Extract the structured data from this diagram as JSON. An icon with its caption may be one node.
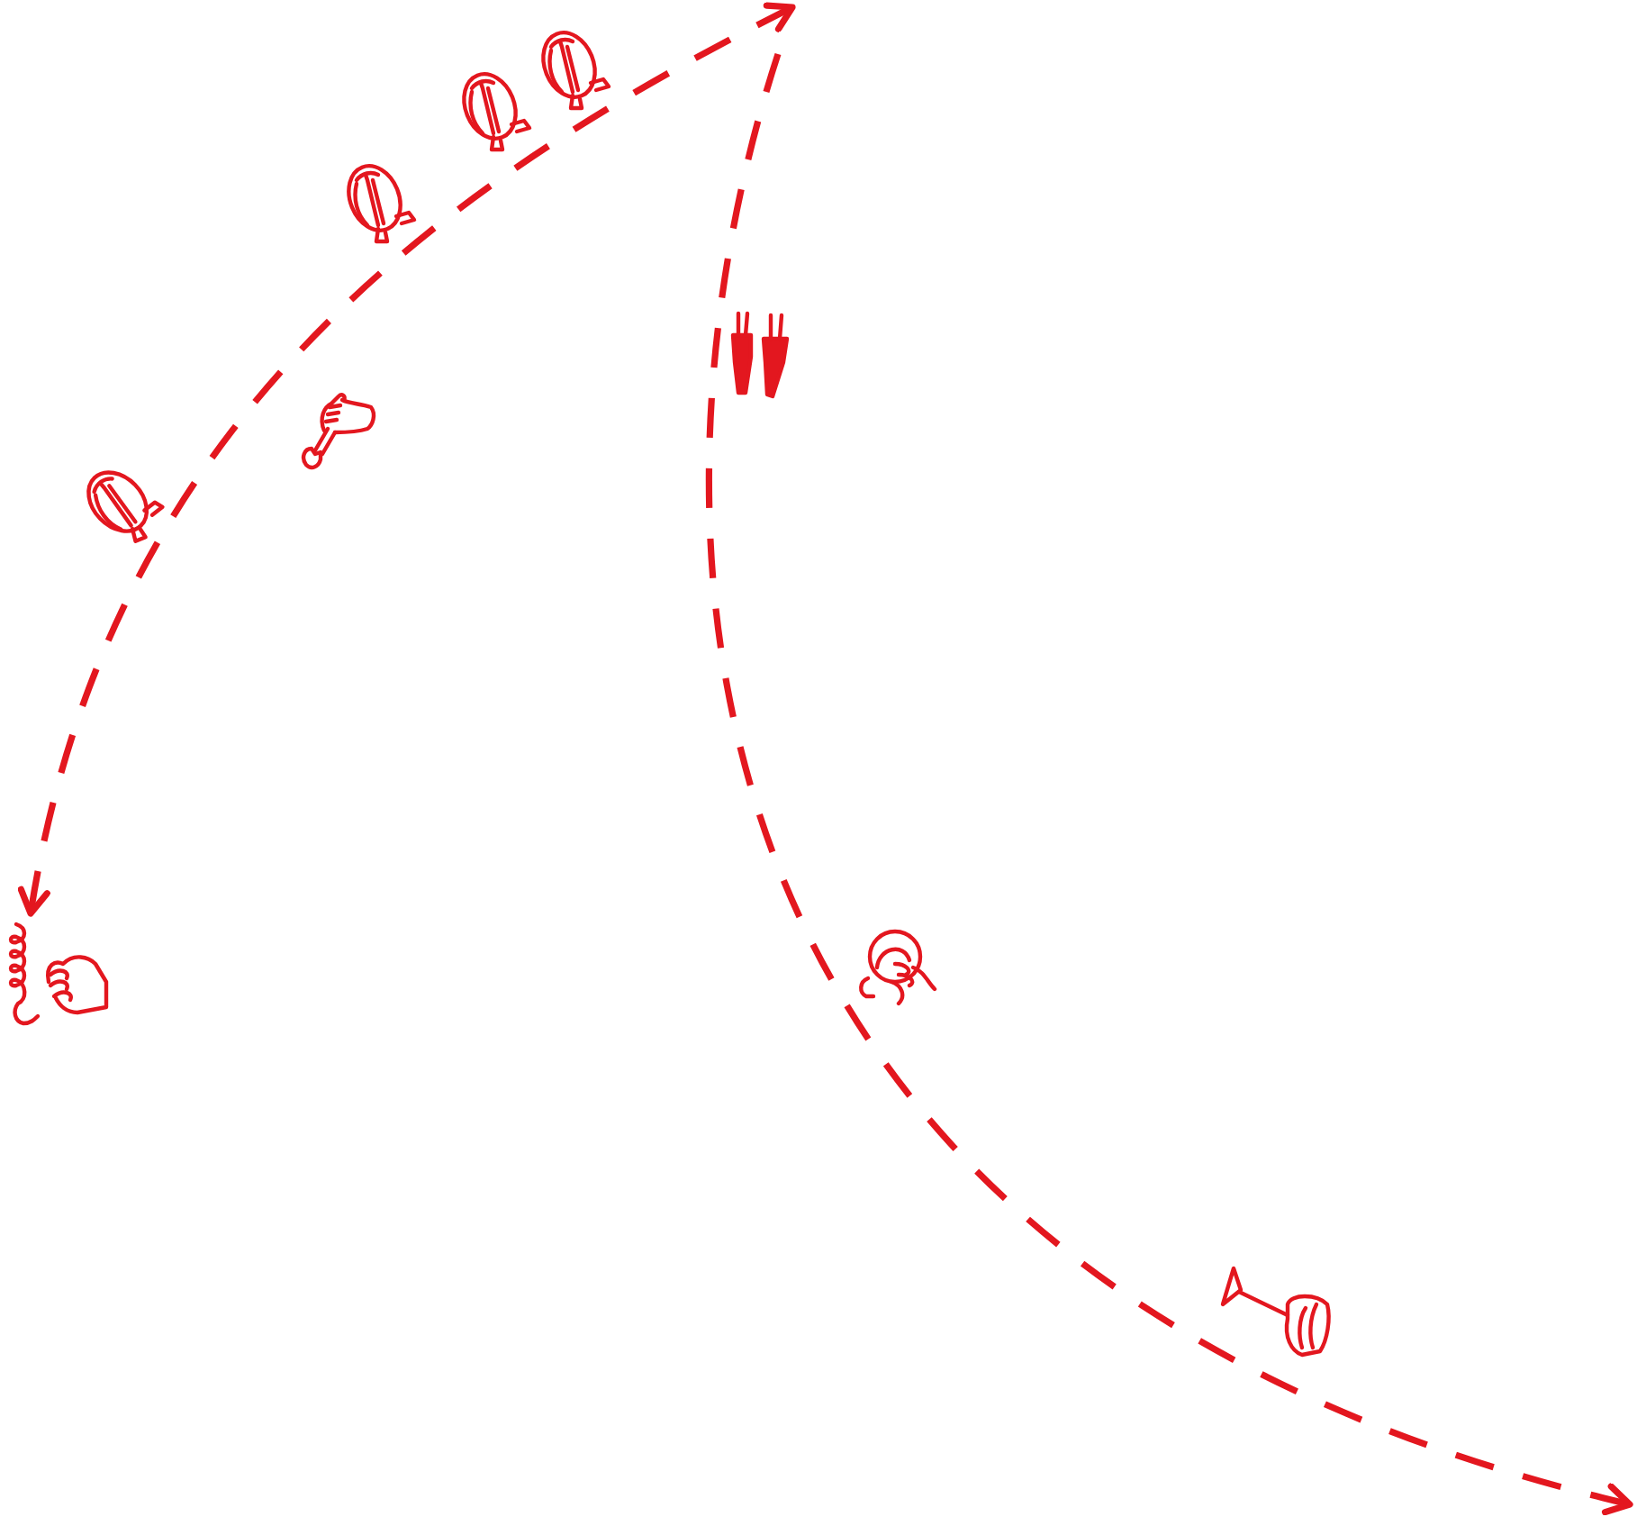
{
  "diagram": {
    "nodes": [
      {
        "text": [],
        "shape": "picture"
      },
      {
        "text": [],
        "shape": "picture"
      },
      {
        "text": [],
        "shape": "picture"
      },
      {
        "text": [],
        "shape": "picture"
      },
      {
        "text": [],
        "shape": "picture"
      },
      {
        "text": [],
        "shape": "picture"
      },
      {
        "text": [],
        "shape": "picture"
      },
      {
        "text": [],
        "shape": "picture"
      },
      {
        "text": [],
        "shape": "picture"
      }
    ],
    "edges": [
      {
        "from": null,
        "to": 6,
        "arrow": "both",
        "style": "dashed"
      }
    ]
  }
}
